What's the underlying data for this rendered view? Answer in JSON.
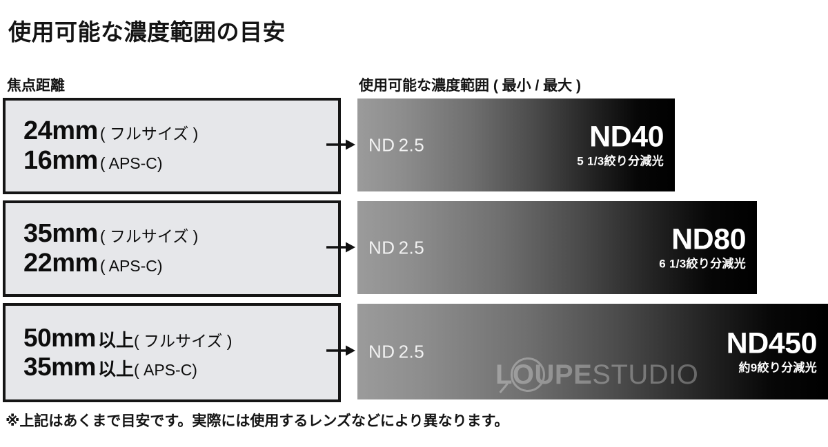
{
  "title": "使用可能な濃度範囲の目安",
  "headers": {
    "left": "焦点距離",
    "right": "使用可能な濃度範囲 ( 最小 / 最大 )"
  },
  "arrow_icon": "arrow-right-icon",
  "rows": [
    {
      "focal": {
        "line1": {
          "mm": "24mm",
          "suffix": "",
          "paren": "( フルサイズ )"
        },
        "line2": {
          "mm": "16mm",
          "suffix": "",
          "paren": "( APS-C)"
        }
      },
      "density": {
        "min": "ND",
        "min_value": "2.5",
        "max_name": "ND40",
        "max_sub": "5 1/3絞り分減光"
      }
    },
    {
      "focal": {
        "line1": {
          "mm": "35mm",
          "suffix": "",
          "paren": "( フルサイズ )"
        },
        "line2": {
          "mm": "22mm",
          "suffix": "",
          "paren": "( APS-C)"
        }
      },
      "density": {
        "min": "ND",
        "min_value": "2.5",
        "max_name": "ND80",
        "max_sub": "6 1/3絞り分減光"
      }
    },
    {
      "focal": {
        "line1": {
          "mm": "50mm",
          "suffix": "以上",
          "paren": "( フルサイズ )"
        },
        "line2": {
          "mm": "35mm",
          "suffix": "以上",
          "paren": "( APS-C)"
        }
      },
      "density": {
        "min": "ND",
        "min_value": "2.5",
        "max_name": "ND450",
        "max_sub": "約9絞り分減光"
      }
    }
  ],
  "watermark": {
    "bold": "LOUPE",
    "light": "STUDIO"
  },
  "footnote": "※上記はあくまで目安です。実際には使用するレンズなどにより異なります。",
  "colors": {
    "box_fill": "#e6e7ea",
    "box_border": "#151515",
    "gradient_start": "#9b9b9b",
    "gradient_end": "#000000",
    "text": "#141414",
    "bar_text": "#ffffff"
  }
}
